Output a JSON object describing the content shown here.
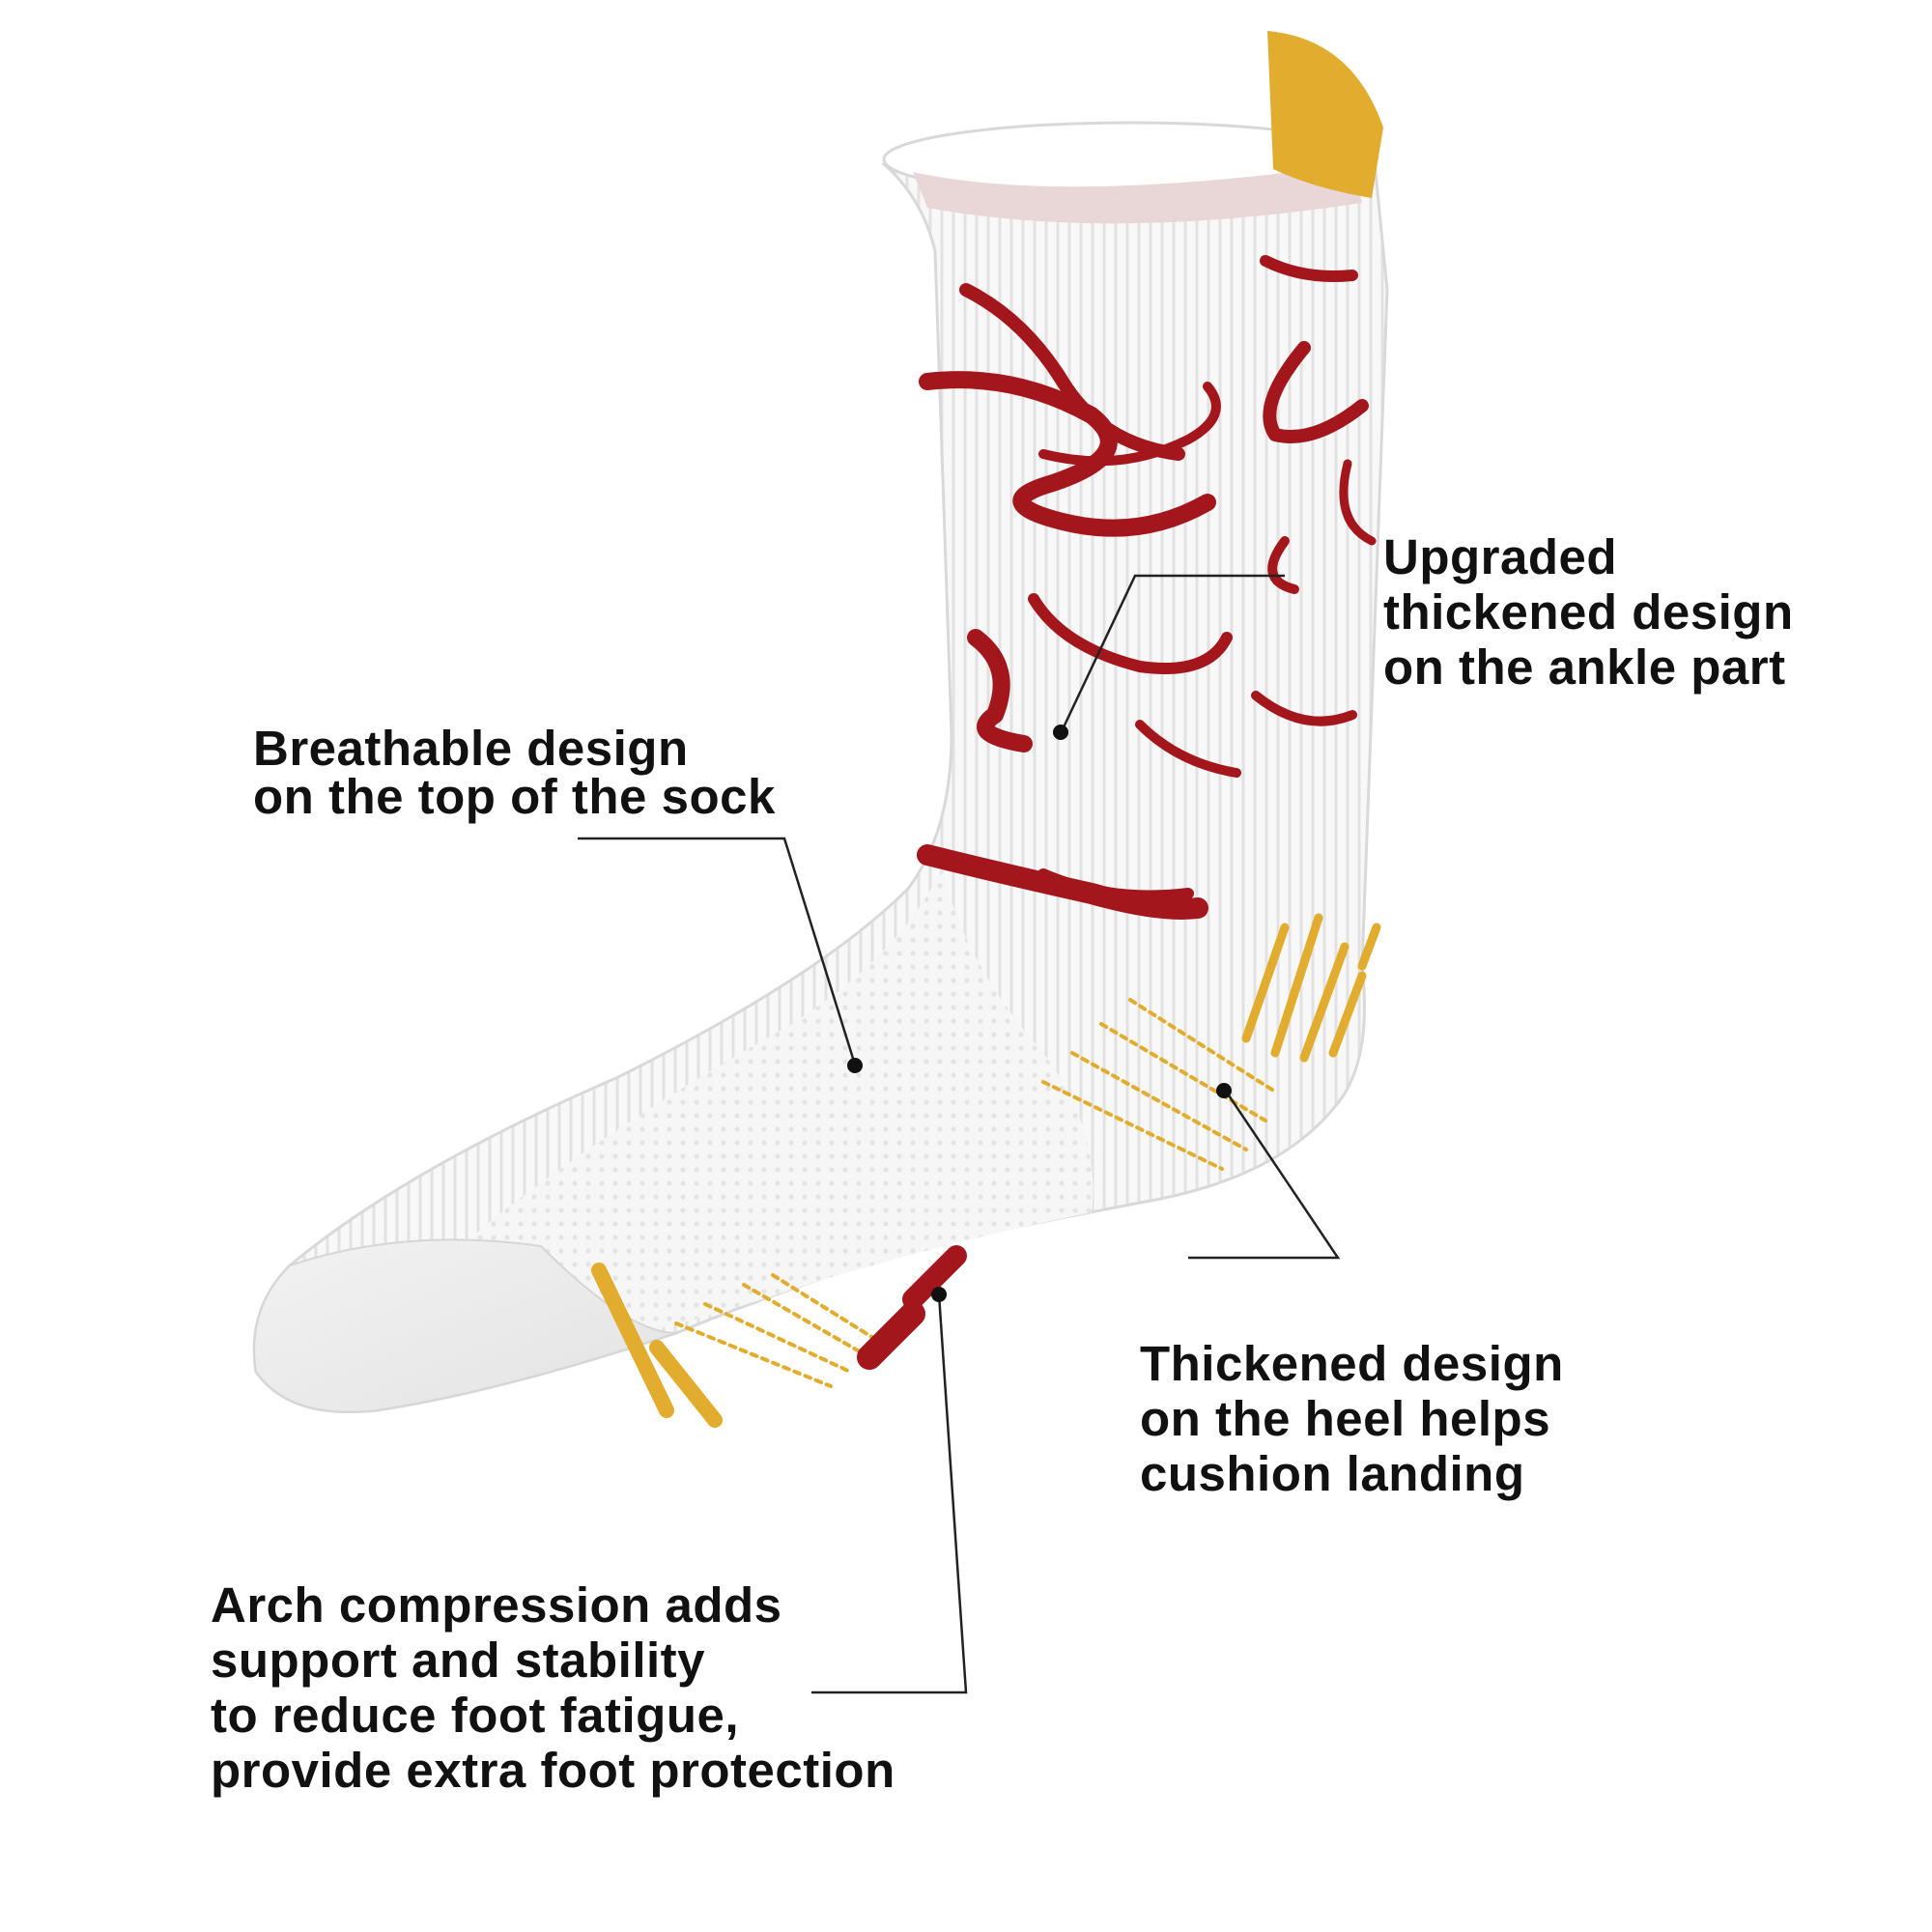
{
  "product": "crew sock",
  "colors": {
    "sock_base": "#f7f7f7",
    "accent_red": "#a3161c",
    "accent_gold": "#e2ac2e",
    "text": "#111111",
    "leader_line": "#222222"
  },
  "annotations": {
    "ankle": {
      "lines": [
        "Upgraded",
        "thickened design",
        "on the ankle part"
      ]
    },
    "top": {
      "lines": [
        "Breathable design",
        "on the top of the sock"
      ]
    },
    "heel": {
      "lines": [
        "Thickened design",
        "on the heel helps",
        "cushion landing"
      ]
    },
    "arch": {
      "lines": [
        "Arch compression adds",
        "support and stability",
        "to reduce foot fatigue,",
        "provide extra foot protection"
      ]
    }
  }
}
